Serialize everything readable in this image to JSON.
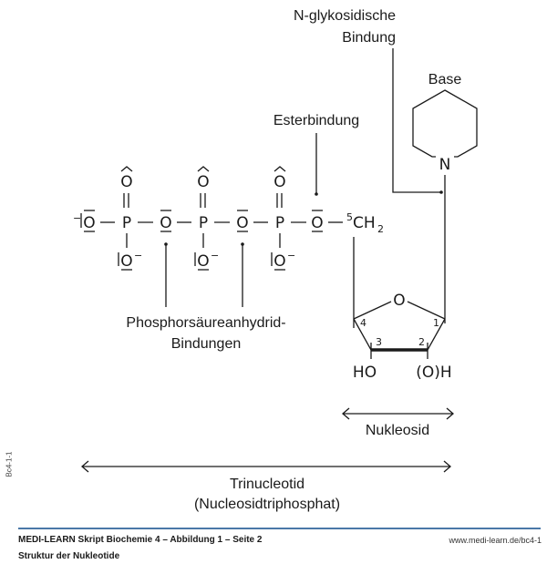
{
  "diagram": {
    "labels": {
      "n_glycosidic_line1": "N-glykosidische",
      "n_glycosidic_line2": "Bindung",
      "base": "Base",
      "ester": "Esterbindung",
      "anhydride_line1": "Phosphorsäureanhydrid-",
      "anhydride_line2": "Bindungen",
      "nucleoside": "Nukleosid",
      "trinucleotide_line1": "Trinucleotid",
      "trinucleotide_line2": "(Nucleosidtriphosphat)"
    },
    "atoms": {
      "terminal_o": "O",
      "p": "P",
      "o": "O",
      "ring_o": "O",
      "n": "N",
      "ch2": "CH",
      "ch2_sub": "2",
      "c5_sup": "5",
      "ho": "HO",
      "oh": "(O)H",
      "minus": "−"
    },
    "ring_numbers": [
      "1",
      "2",
      "3",
      "4"
    ]
  },
  "footer": {
    "title": "MEDI-LEARN Skript Biochemie 4 – Abbildung 1 – Seite 2",
    "subtitle": "Struktur der Nukleotide",
    "url": "www.medi-learn.de/bc4-1",
    "side_code": "Bc4-1-1",
    "rule_color": "#4a78a8"
  }
}
